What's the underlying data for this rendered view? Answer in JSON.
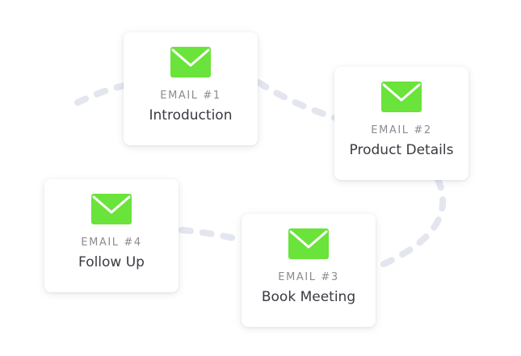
{
  "accent_color": "#6ae33a",
  "connector_color": "#e3e6ef",
  "emails": [
    {
      "label": "EMAIL #1",
      "title": "Introduction",
      "icon": "envelope-icon"
    },
    {
      "label": "EMAIL #2",
      "title": "Product Details",
      "icon": "envelope-icon"
    },
    {
      "label": "EMAIL #3",
      "title": "Book Meeting",
      "icon": "envelope-icon"
    },
    {
      "label": "EMAIL #4",
      "title": "Follow Up",
      "icon": "envelope-icon"
    }
  ]
}
